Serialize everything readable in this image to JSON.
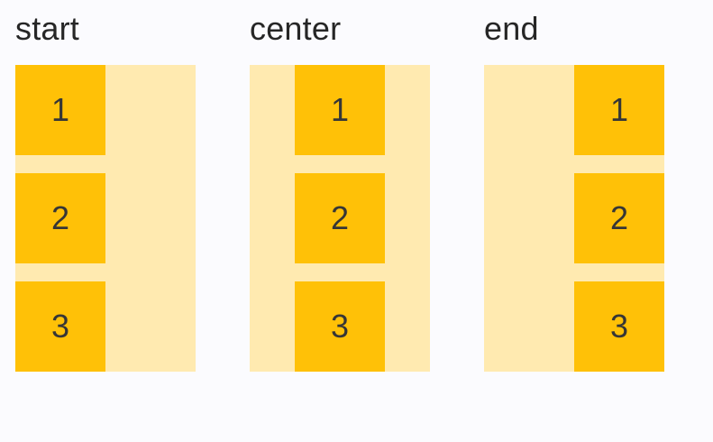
{
  "colors": {
    "page_bg": "#fbfbfe",
    "container_bg": "#ffeab0",
    "item_bg": "#ffc107",
    "item_text": "#363636",
    "label_text": "#262626"
  },
  "groups": [
    {
      "label": "start",
      "alignment": "start",
      "items": [
        "1",
        "2",
        "3"
      ]
    },
    {
      "label": "center",
      "alignment": "center",
      "items": [
        "1",
        "2",
        "3"
      ]
    },
    {
      "label": "end",
      "alignment": "end",
      "items": [
        "1",
        "2",
        "3"
      ]
    }
  ]
}
